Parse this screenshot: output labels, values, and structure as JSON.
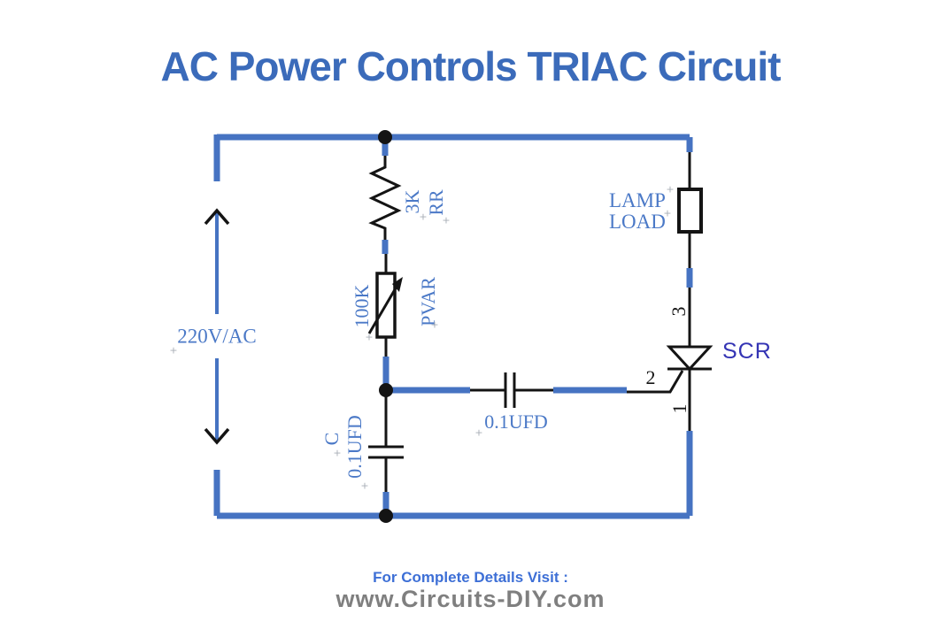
{
  "title": "AC Power Controls TRIAC Circuit",
  "colors": {
    "wire_blue": "#4673c2",
    "label_blue": "#4b79c7",
    "title_blue": "#3b6bba",
    "scr_indigo": "#3434b4",
    "footer_blue": "#3d6fd6",
    "footer_gray": "#7f7f7f",
    "component_black": "#141414"
  },
  "diagram": {
    "source": {
      "label": "220V/AC"
    },
    "resistor": {
      "value": "3K",
      "ref": "RR"
    },
    "potentiometer": {
      "value": "100K",
      "ref": "PVAR"
    },
    "cap_vertical": {
      "ref": "C",
      "value": "0.1UFD"
    },
    "cap_horizontal": {
      "value": "0.1UFD"
    },
    "lamp": {
      "line1": "LAMP",
      "line2": "LOAD"
    },
    "scr": {
      "label": "SCR",
      "pin_anode": "3",
      "pin_gate": "2",
      "pin_cathode": "1"
    }
  },
  "footer": {
    "line1": "For Complete Details Visit :",
    "line2": "www.Circuits-DIY.com"
  },
  "marks": {
    "plus": "+"
  }
}
